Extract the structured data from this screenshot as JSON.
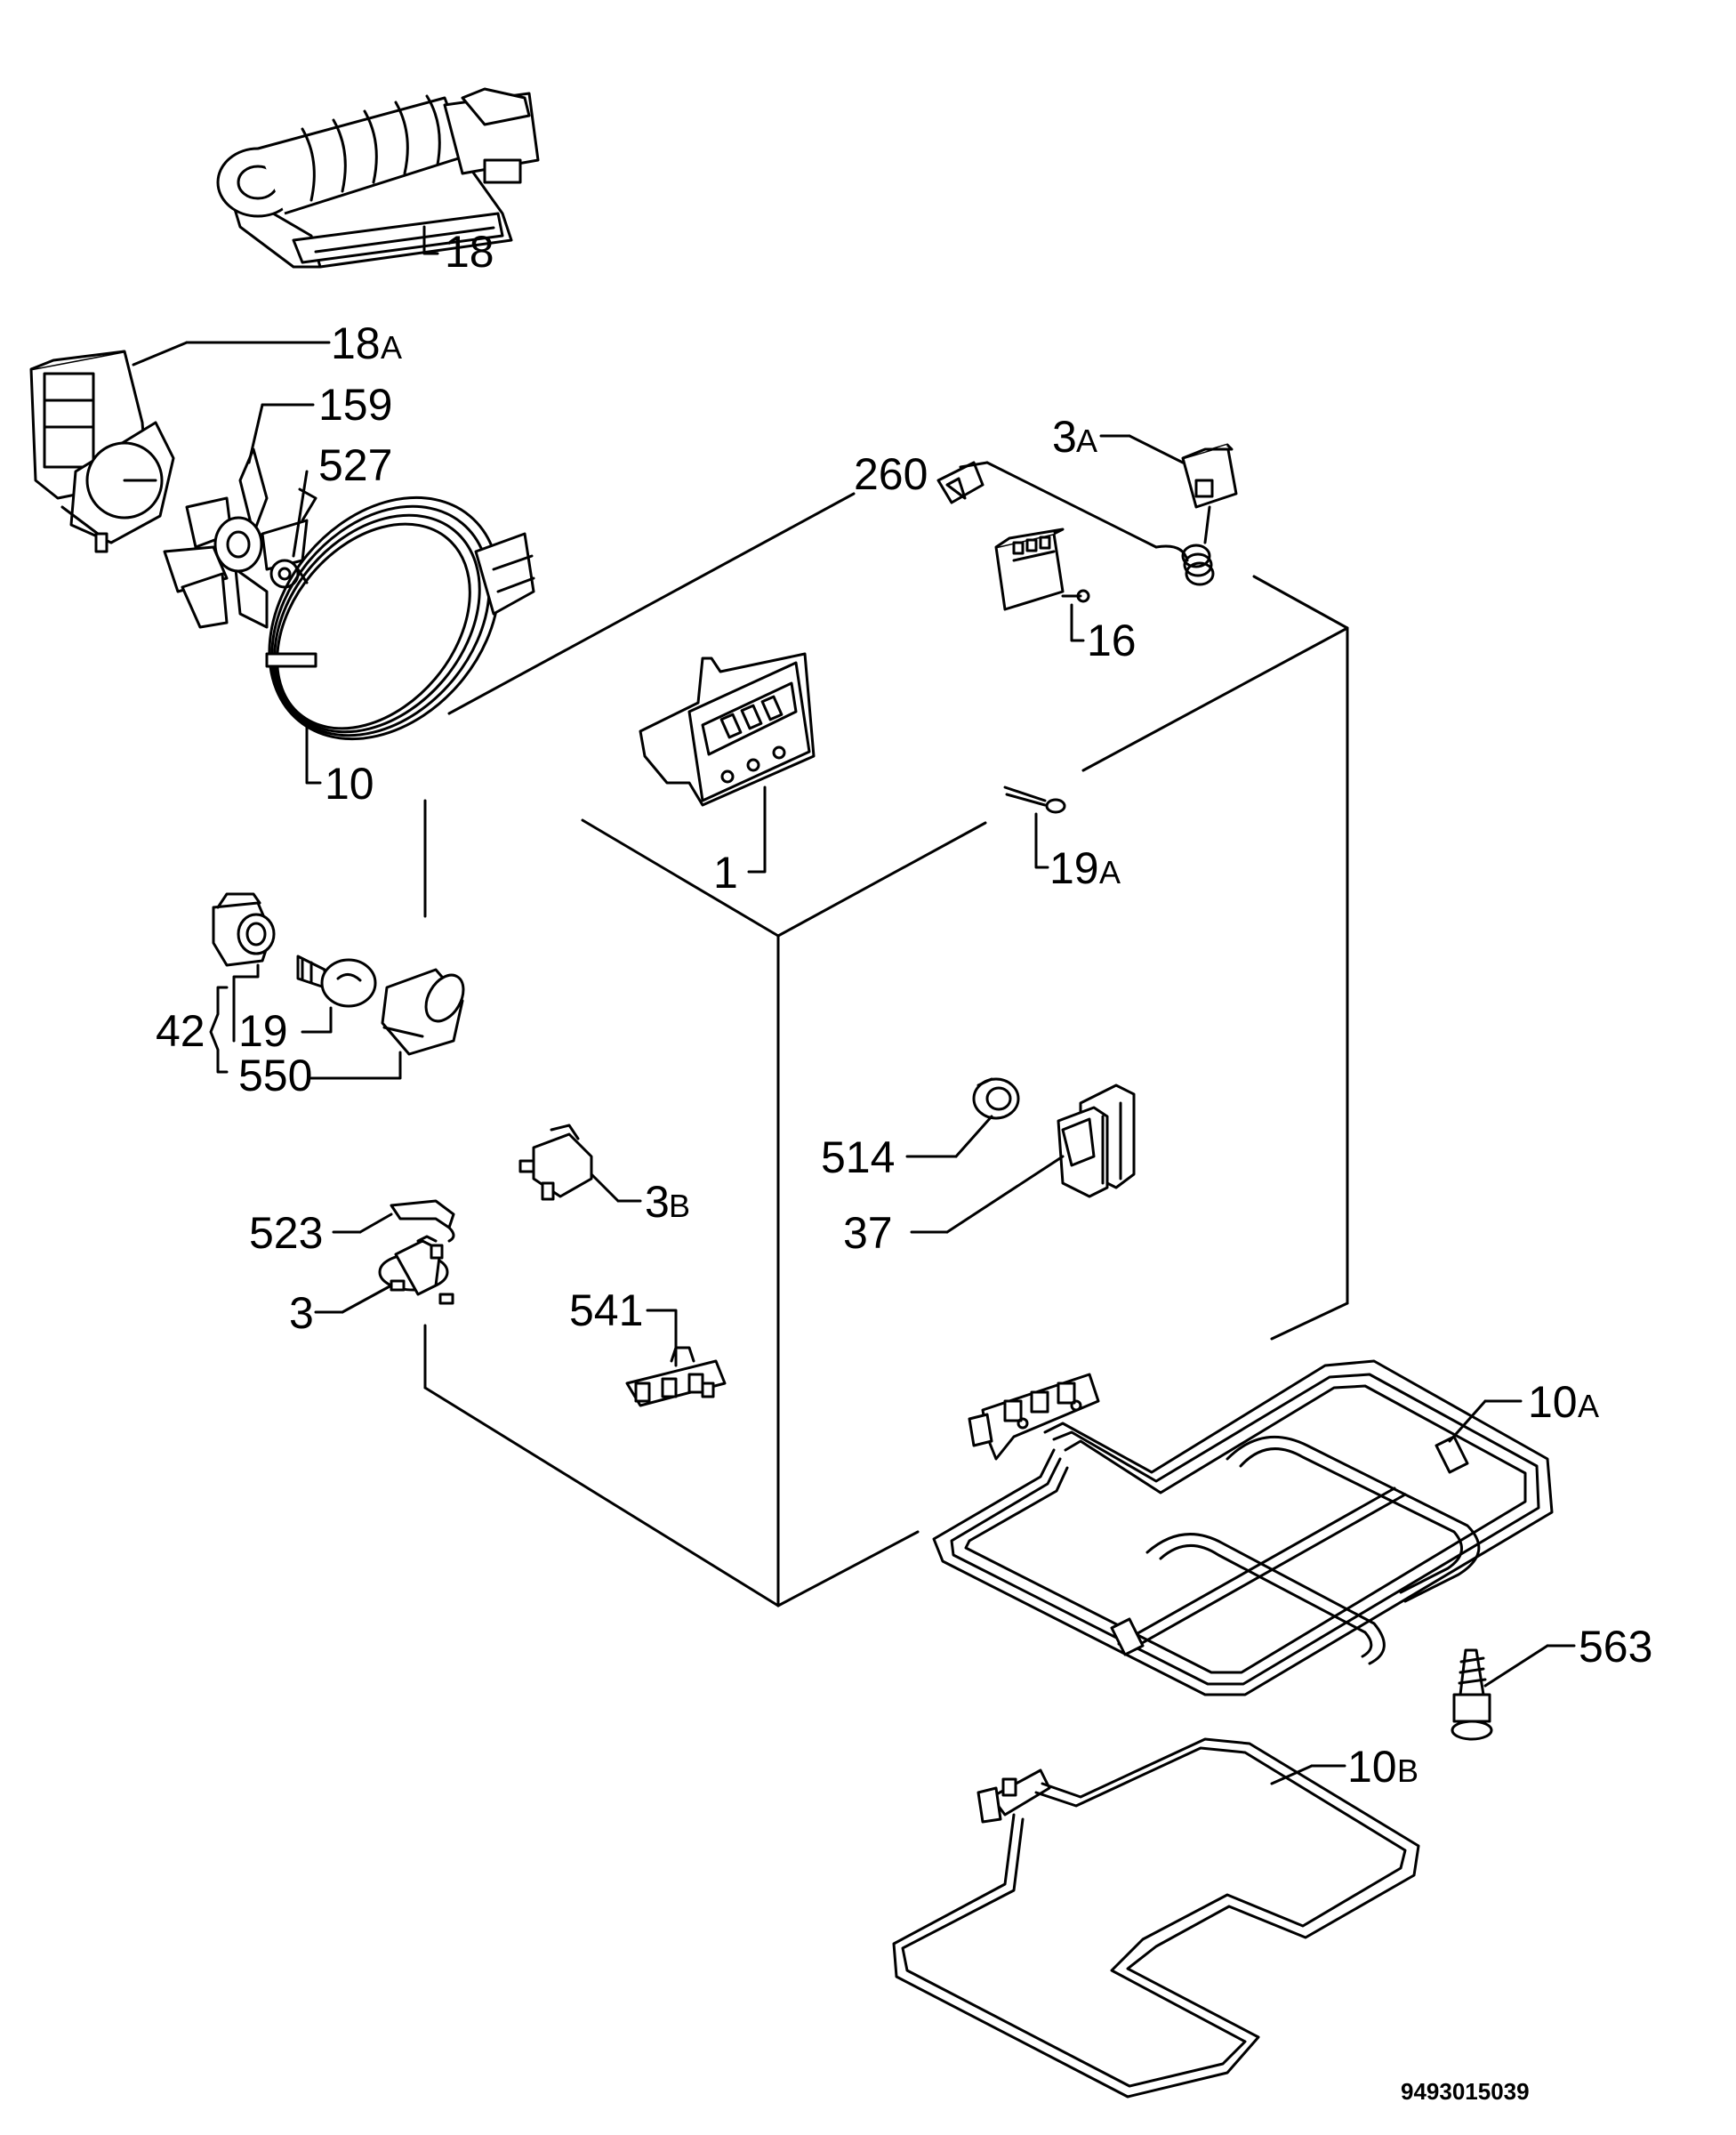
{
  "labels": {
    "l18": "18",
    "l18a_num": "18",
    "l18a_suf": "A",
    "l159": "159",
    "l527": "527",
    "l260": "260",
    "l3a_num": "3",
    "l3a_suf": "A",
    "l16": "16",
    "l10": "10",
    "l1": "1",
    "l19a_num": "19",
    "l19a_suf": "A",
    "l42": "42",
    "l19": "19",
    "l550": "550",
    "l514": "514",
    "l37": "37",
    "l3b_num": "3",
    "l3b_suf": "B",
    "l523": "523",
    "l3": "3",
    "l541": "541",
    "l10a_num": "10",
    "l10a_suf": "A",
    "l563": "563",
    "l10b_num": "10",
    "l10b_suf": "B"
  },
  "drawing_code": "9493015039"
}
